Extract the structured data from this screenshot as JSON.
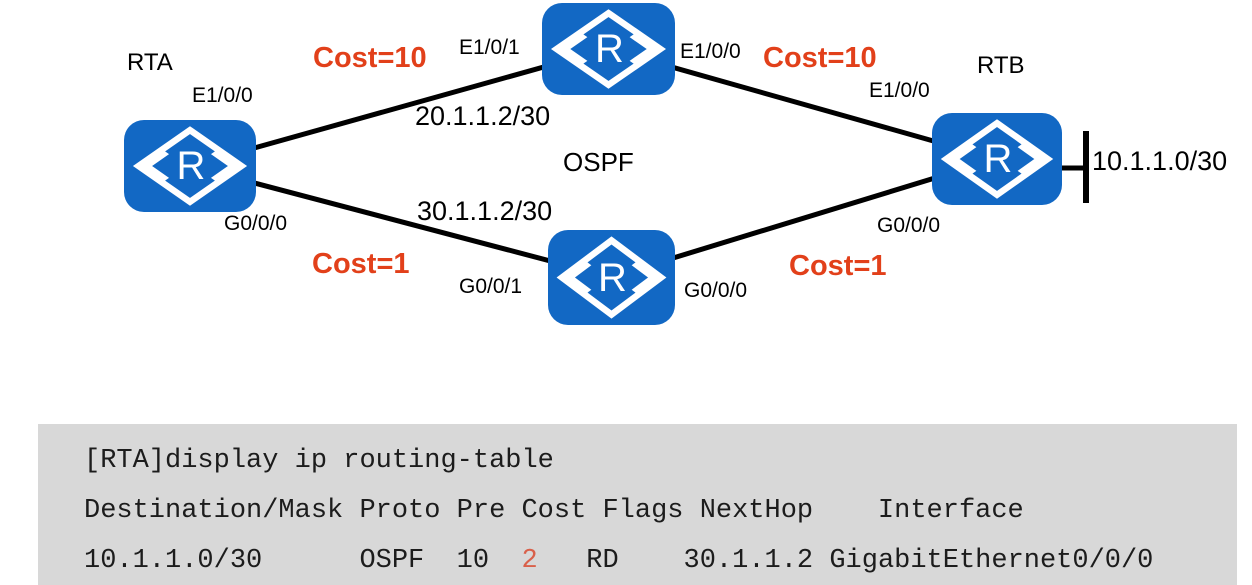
{
  "topology": {
    "router_icon_letter": "R",
    "rta_name": "RTA",
    "rtb_name": "RTB",
    "protocol": "OSPF",
    "interfaces": {
      "rta_eth": "E1/0/0",
      "top_router_left": "E1/0/1",
      "top_router_right": "E1/0/0",
      "rtb_eth": "E1/0/0",
      "rta_gig": "G0/0/0",
      "bottom_router_left": "G0/0/1",
      "bottom_router_right": "G0/0/0",
      "rtb_gig": "G0/0/0"
    },
    "costs": {
      "rta_to_top": "Cost=10",
      "top_to_rtb": "Cost=10",
      "rta_to_bottom": "Cost=1",
      "bottom_to_rtb": "Cost=1"
    },
    "networks": {
      "top_link": "20.1.1.2/30",
      "bottom_link": "30.1.1.2/30",
      "rtb_lan": "10.1.1.0/30"
    }
  },
  "console": {
    "command": "[RTA]display ip routing-table",
    "table_header": "Destination/Mask Proto Pre Cost Flags NextHop    Interface",
    "route": {
      "prefix": "10.1.1.0/30      OSPF  10  ",
      "cost": "2",
      "suffix": "   RD    30.1.1.2 GigabitEthernet0/0/0"
    }
  },
  "colors": {
    "router_blue": "#1268c4",
    "cost_red": "#e2401a",
    "link_black": "#000000",
    "console_bg": "#d8d8d8",
    "console_text": "#1c1c1c",
    "route_cost_red": "#d9604a"
  }
}
